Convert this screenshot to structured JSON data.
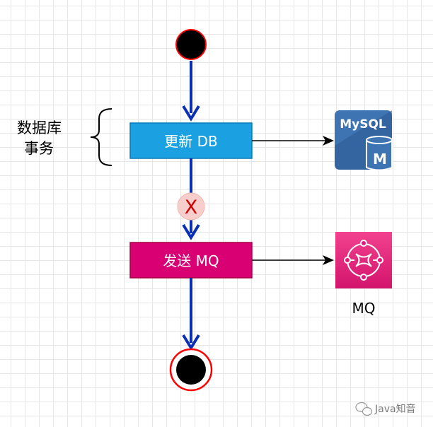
{
  "nodes": {
    "update_db": "更新 DB",
    "send_mq": "发送 MQ",
    "failure_mark": "X"
  },
  "transaction_label": [
    "数据库",
    "事务"
  ],
  "icons": {
    "mysql_text": "MySQL",
    "mysql_badge": "M",
    "mq_caption": "MQ"
  },
  "watermark": "Java知音",
  "colors": {
    "update_db_fill": "#1ba1e2",
    "send_mq_fill": "#d80073",
    "flow_arrow": "#0a2fb4",
    "mysql_blue": "#3f74b3",
    "mq_pink": "#e7157b",
    "failure_fill": "#f8cecc",
    "failure_text": "#cc0000"
  }
}
